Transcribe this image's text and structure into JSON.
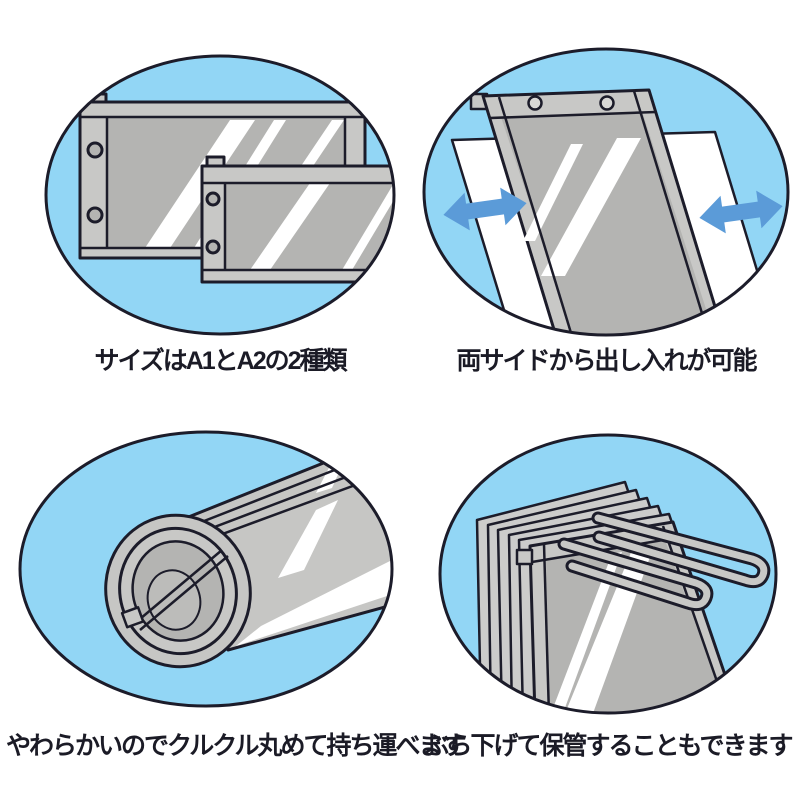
{
  "page": {
    "background": "#ffffff",
    "description_note": "Product feature diagram with four blue oval illustrations and Japanese captions"
  },
  "colors": {
    "oval_fill": "#92d6f5",
    "outline": "#1c1c2a",
    "frame_gray": "#c8c8c6",
    "window_gray": "#b4b4b2",
    "panel_gray": "#cccccb",
    "shine_white": "#ffffff",
    "arrow_blue": "#5b9bd8",
    "caption_text": "#1b1b26"
  },
  "features": [
    {
      "id": "sizes",
      "caption": "サイズはA1とA2の2種類",
      "illustration": "two-poster-cases-a1-a2"
    },
    {
      "id": "both-sides",
      "caption": "両サイドから出し入れが可能",
      "illustration": "tilted-case-with-double-arrows"
    },
    {
      "id": "rollable",
      "caption": "やわらかいのでクルクル丸めて持ち運べます",
      "illustration": "rolled-up-case"
    },
    {
      "id": "hangable",
      "caption": "ぶら下げて保管することもできます",
      "illustration": "cases-hanging-on-wire-hooks"
    }
  ]
}
